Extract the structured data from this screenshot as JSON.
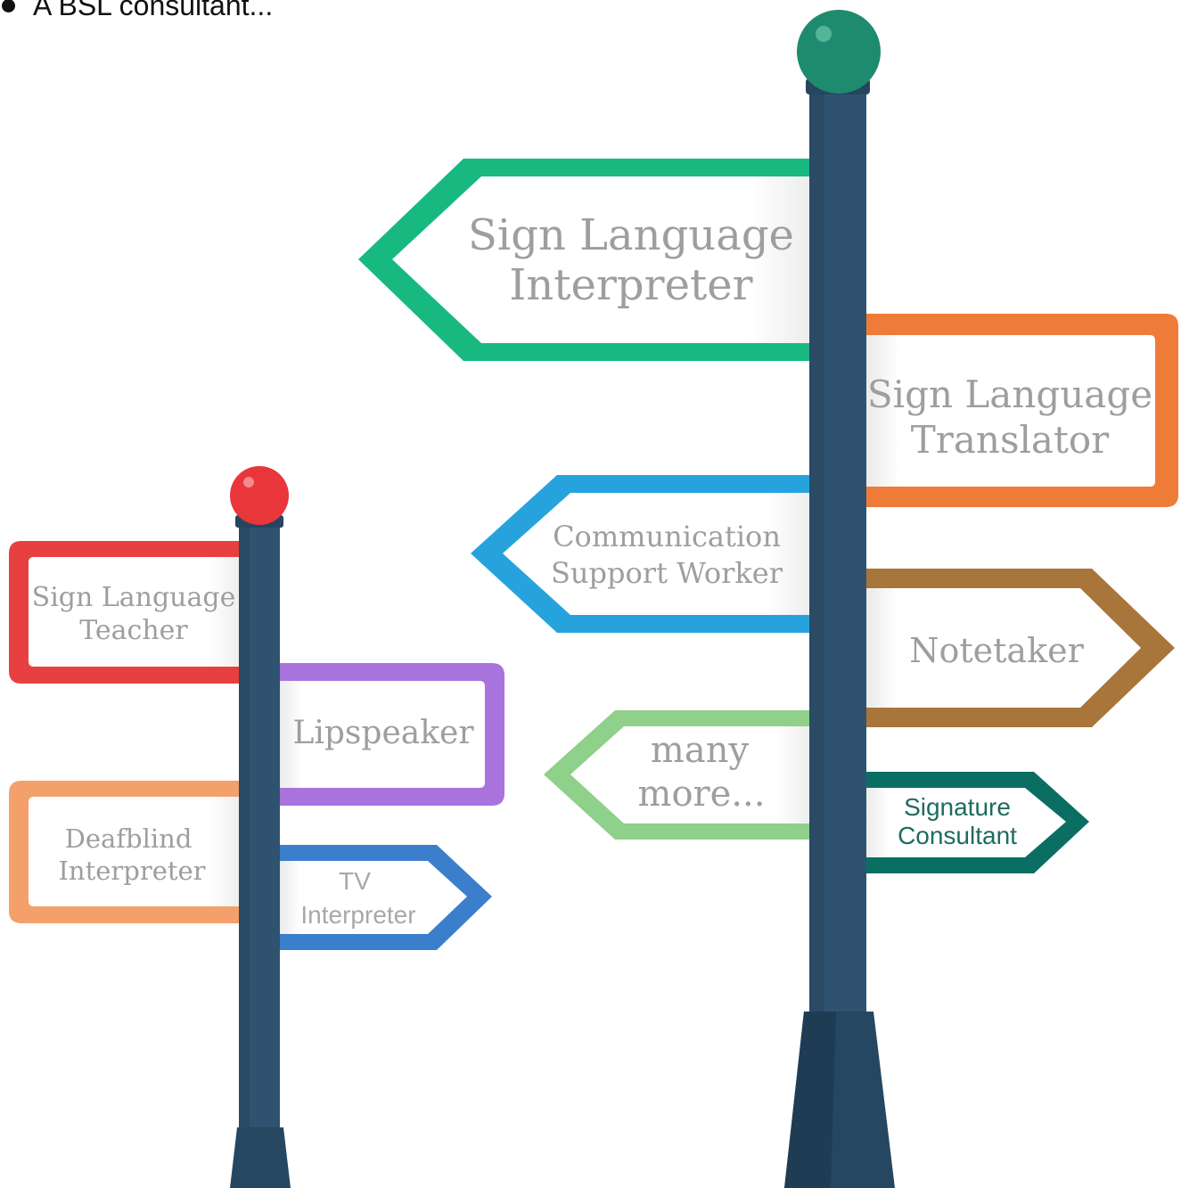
{
  "bullet_text": "A BSL consultant...",
  "colors": {
    "pole": "#2f5270",
    "pole_dark": "#264761",
    "big_knob": "#1f8b6e",
    "small_knob": "#e8363b"
  },
  "signs": {
    "sli": {
      "line1": "Sign Language",
      "line2": "Interpreter",
      "color": "#17b981"
    },
    "slt": {
      "line1": "Sign Language",
      "line2": "Translator",
      "color": "#ef7b38"
    },
    "csw": {
      "line1": "Communication",
      "line2": "Support Worker",
      "color": "#26a3dd"
    },
    "notetaker": {
      "line1": "Notetaker",
      "color": "#a8753b"
    },
    "many_more": {
      "line1": "many",
      "line2": "more...",
      "color": "#8fd08a"
    },
    "signature": {
      "line1": "Signature",
      "line2": "Consultant",
      "color": "#0b6e63"
    },
    "teacher": {
      "line1": "Sign Language",
      "line2": "Teacher",
      "color": "#e84040"
    },
    "lipspeaker": {
      "line1": "Lipspeaker",
      "color": "#a873dc"
    },
    "deafblind": {
      "line1": "Deafblind",
      "line2": "Interpreter",
      "color": "#f4a06b"
    },
    "tv": {
      "line1": "TV",
      "line2": "Interpreter",
      "color": "#3b7fcc"
    }
  }
}
